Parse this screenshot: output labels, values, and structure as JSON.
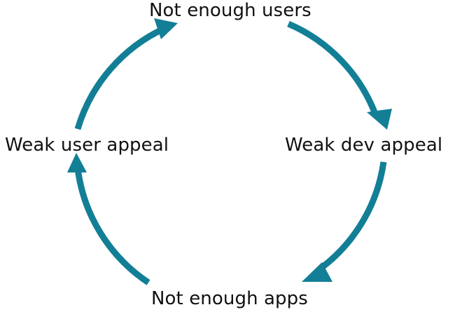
{
  "diagram": {
    "type": "cycle",
    "direction": "clockwise",
    "arrow_color": "#127f96",
    "text_color": "#111111",
    "nodes": [
      {
        "id": "top",
        "label": "Not enough users"
      },
      {
        "id": "right",
        "label": "Weak dev appeal"
      },
      {
        "id": "bottom",
        "label": "Not enough apps"
      },
      {
        "id": "left",
        "label": "Weak user appeal"
      }
    ],
    "edges": [
      {
        "from": "top",
        "to": "right"
      },
      {
        "from": "right",
        "to": "bottom"
      },
      {
        "from": "bottom",
        "to": "left"
      },
      {
        "from": "left",
        "to": "top"
      }
    ]
  }
}
